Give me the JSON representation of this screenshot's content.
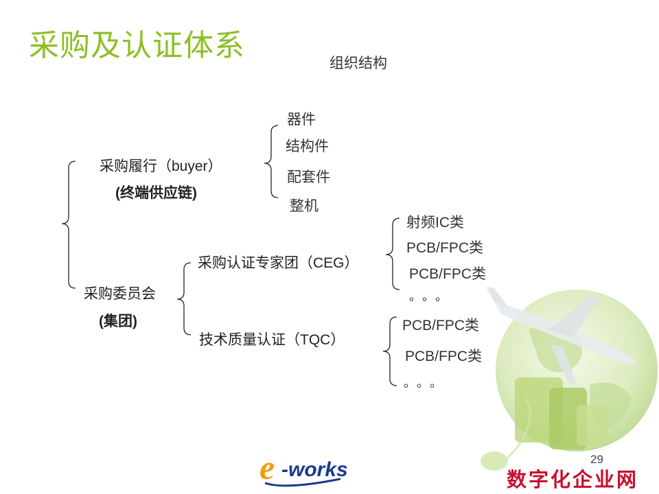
{
  "title": "采购及认证体系",
  "subtitle": "组织结构",
  "page_number": "29",
  "logo": {
    "text_e": "e",
    "text_rest": "-works"
  },
  "footer_brand": "数字化企业网",
  "tree": {
    "fulfillment": {
      "line1": "采购履行（buyer）",
      "line2": "(终端供应链)",
      "children": [
        "器件",
        "结构件",
        "配套件",
        "整机"
      ]
    },
    "committee": {
      "line1": "采购委员会",
      "line2": "(集团)",
      "ceg": {
        "label": "采购认证专家团（CEG）",
        "children": [
          "射频IC类",
          "PCB/FPC类",
          "PCB/FPC类",
          "。。。"
        ]
      },
      "tqc": {
        "label": "技术质量认证（TQC）",
        "children": [
          "PCB/FPC类",
          "PCB/FPC类",
          "。。。"
        ]
      }
    }
  },
  "colors": {
    "title_green": "#8cbf26",
    "brand_red": "#c8102e",
    "logo_orange": "#f39c12",
    "logo_blue": "#1a3a8a"
  }
}
